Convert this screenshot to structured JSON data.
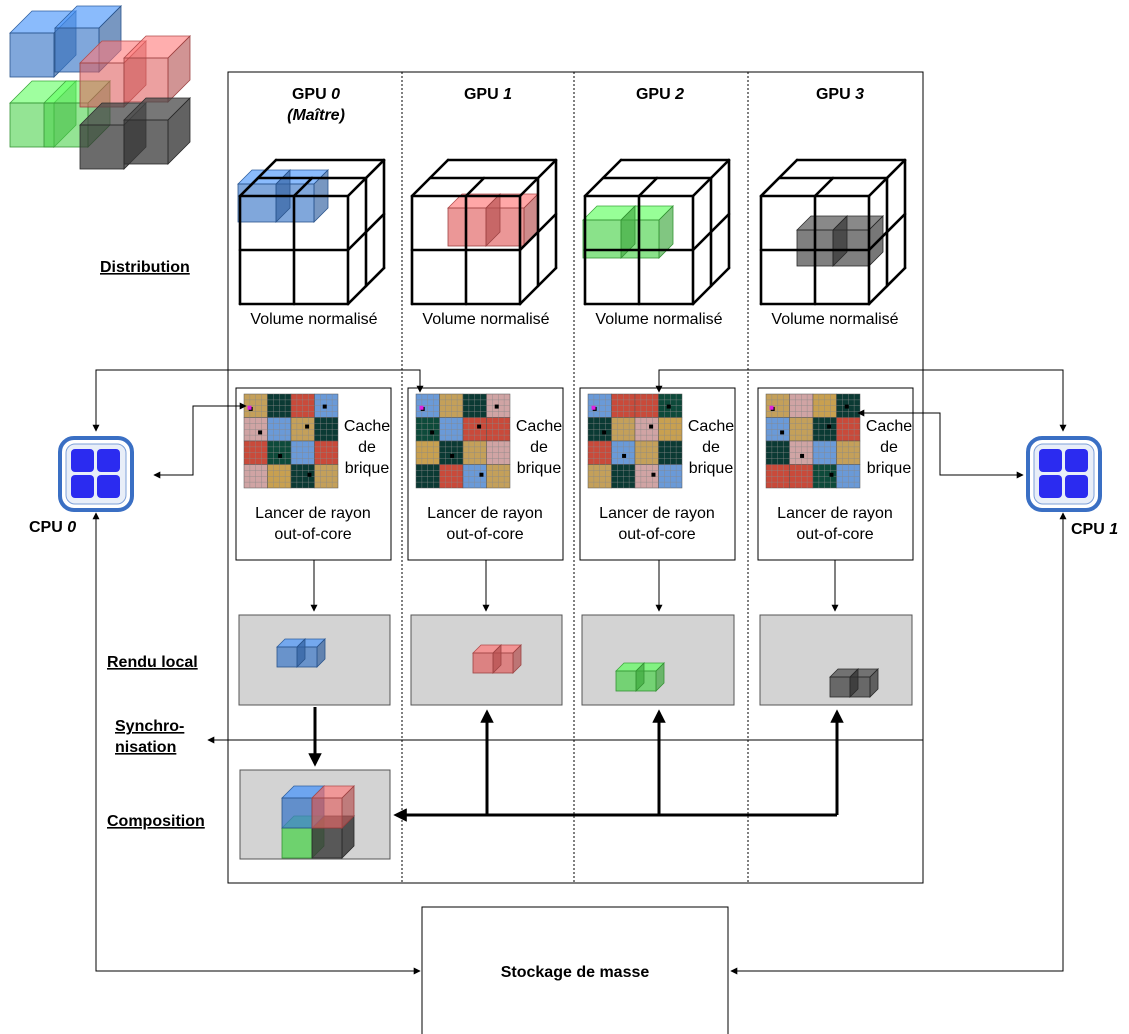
{
  "columns": [
    {
      "gpu_word": "GPU",
      "gpu_index": "0",
      "role": "(Maître)",
      "color": "#3c78c8",
      "volume_label": "Volume normalisé",
      "cache_label": [
        "Cache",
        "de",
        "brique"
      ],
      "raycast_label": [
        "Lancer de rayon",
        "out-of-core"
      ]
    },
    {
      "gpu_word": "GPU",
      "gpu_index": "1",
      "role": "",
      "color": "#e06060",
      "volume_label": "Volume normalisé",
      "cache_label": [
        "Cache",
        "de",
        "brique"
      ],
      "raycast_label": [
        "Lancer de rayon",
        "out-of-core"
      ]
    },
    {
      "gpu_word": "GPU",
      "gpu_index": "2",
      "role": "",
      "color": "#4cd24c",
      "volume_label": "Volume normalisé",
      "cache_label": [
        "Cache",
        "de",
        "brique"
      ],
      "raycast_label": [
        "Lancer de rayon",
        "out-of-core"
      ]
    },
    {
      "gpu_word": "GPU",
      "gpu_index": "3",
      "role": "",
      "color": "#3a3a3a",
      "volume_label": "Volume normalisé",
      "cache_label": [
        "Cache",
        "de",
        "brique"
      ],
      "raycast_label": [
        "Lancer de rayon",
        "out-of-core"
      ]
    }
  ],
  "row_labels": {
    "distribution": "Distribution",
    "rendu_local": "Rendu local",
    "synchro_1": "Synchro-",
    "synchro_2": "nisation",
    "composition": "Composition"
  },
  "cpus": [
    {
      "word": "CPU",
      "index": "0"
    },
    {
      "word": "CPU",
      "index": "1"
    }
  ],
  "storage_label": "Stockage de masse",
  "icons": {
    "cpu": "cpu-chip-icon",
    "cube": "cube-icon",
    "brick_cache": "brick-grid-icon"
  },
  "colors": {
    "blue": "#3c78c8",
    "red": "#e06060",
    "green": "#4cd24c",
    "black": "#3a3a3a",
    "cpu_fill": "#2b2bf0",
    "panel_gray": "#d3d3d3"
  }
}
